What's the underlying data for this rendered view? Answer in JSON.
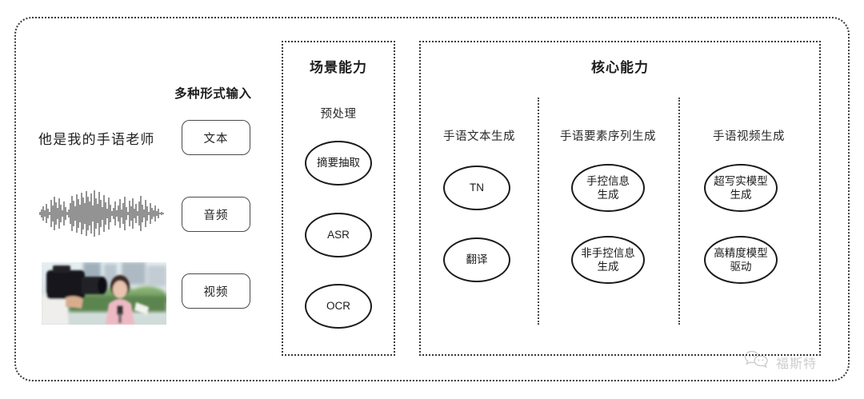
{
  "frame": {
    "border_color": "#3a3a3a"
  },
  "input": {
    "heading": "多种形式输入",
    "sentence": "他是我的手语老师",
    "pills": [
      {
        "name": "text",
        "label": "文本"
      },
      {
        "name": "audio",
        "label": "音频"
      },
      {
        "name": "video",
        "label": "视频"
      }
    ],
    "media": {
      "waveform_icon": "audio-waveform-icon",
      "thumbnail_icon": "video-thumbnail-cameraman-reporter"
    }
  },
  "scene": {
    "title": "场景能力",
    "column_label": "预处理",
    "nodes": [
      "摘要抽取",
      "ASR",
      "OCR"
    ]
  },
  "core": {
    "title": "核心能力",
    "columns": [
      {
        "label": "手语文本生成",
        "nodes": [
          "TN",
          "翻译"
        ]
      },
      {
        "label": "手语要素序列生成",
        "nodes": [
          "手控信息\n生成",
          "非手控信息\n生成"
        ]
      },
      {
        "label": "手语视频生成",
        "nodes": [
          "超写实模型\n生成",
          "高精度模型\n驱动"
        ]
      }
    ]
  },
  "watermark": {
    "icon": "wechat-chat-bubbles-icon",
    "text": "福斯特",
    "color": "#6f6f6f"
  }
}
